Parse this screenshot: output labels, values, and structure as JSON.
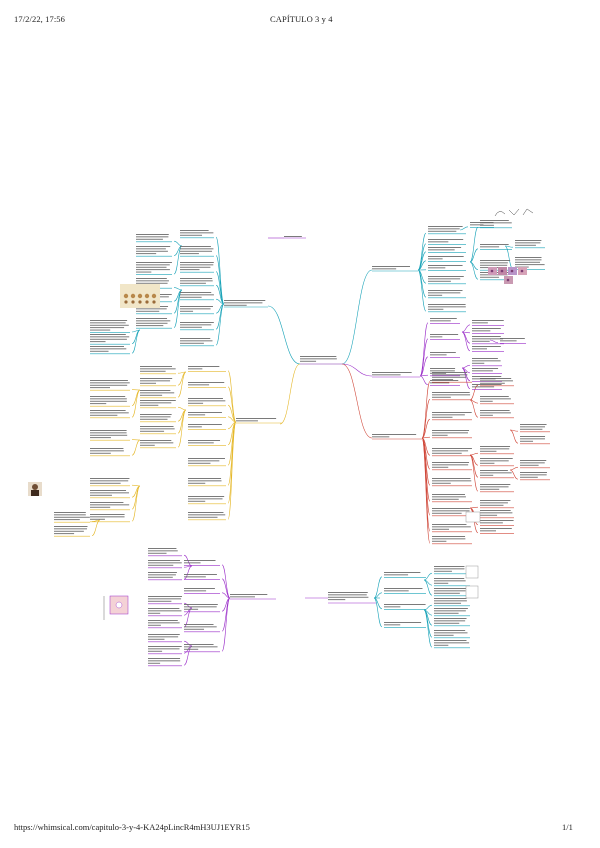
{
  "header": {
    "datetime": "17/2/22, 17:56",
    "title": "CAPÍTULO 3 y 4"
  },
  "footer": {
    "url": "https://whimsical.com/capitulo-3-y-4-KA24pLincR4mH3UJ1EYR15",
    "page": "1/1"
  },
  "mindmap": {
    "central_title": "CAPÍTULO 3 y 4",
    "colors": {
      "central": "#7b2fa8",
      "purple": "#9b2fc9",
      "teal": "#19a3b8",
      "yellow": "#e5b82a",
      "red": "#d0493b"
    }
  }
}
